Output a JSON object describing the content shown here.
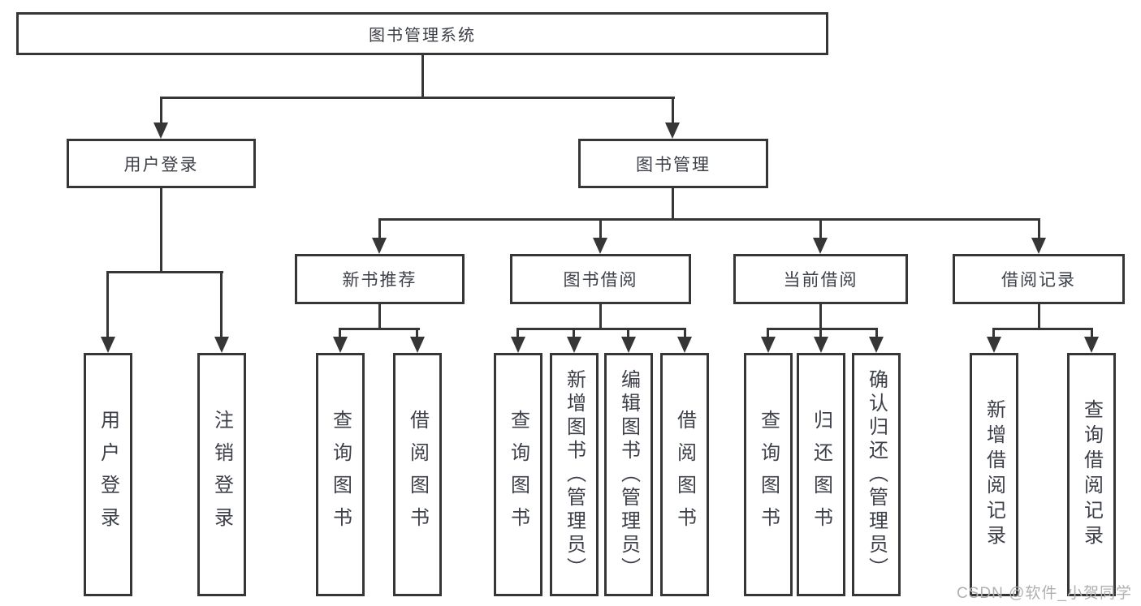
{
  "root": {
    "label": "图书管理系统"
  },
  "level2": [
    {
      "id": "user-login",
      "label": "用户登录"
    },
    {
      "id": "book-management",
      "label": "图书管理"
    }
  ],
  "level3": [
    {
      "id": "new-book-recommend",
      "parent": "图书管理",
      "label": "新书推荐"
    },
    {
      "id": "book-borrow",
      "parent": "图书管理",
      "label": "图书借阅"
    },
    {
      "id": "current-borrow",
      "parent": "图书管理",
      "label": "当前借阅"
    },
    {
      "id": "borrow-records",
      "parent": "图书管理",
      "label": "借阅记录"
    }
  ],
  "leaves": [
    {
      "parent": "用户登录",
      "label": "用户登录"
    },
    {
      "parent": "用户登录",
      "label": "注销登录"
    },
    {
      "parent": "新书推荐",
      "label": "查询图书"
    },
    {
      "parent": "新书推荐",
      "label": "借阅图书"
    },
    {
      "parent": "图书借阅",
      "label": "查询图书"
    },
    {
      "parent": "图书借阅",
      "label": "新增图书（管理员）"
    },
    {
      "parent": "图书借阅",
      "label": "编辑图书（管理员）"
    },
    {
      "parent": "图书借阅",
      "label": "借阅图书"
    },
    {
      "parent": "当前借阅",
      "label": "查询图书"
    },
    {
      "parent": "当前借阅",
      "label": "归还图书"
    },
    {
      "parent": "当前借阅",
      "label": "确认归还（管理员）"
    },
    {
      "parent": "借阅记录",
      "label": "新增借阅记录"
    },
    {
      "parent": "借阅记录",
      "label": "查询借阅记录"
    }
  ],
  "watermark": "CSDN @软件_小贺同学",
  "colors": {
    "line": "#363636",
    "text": "#3e4049",
    "watermark": "#b0b0b0"
  }
}
